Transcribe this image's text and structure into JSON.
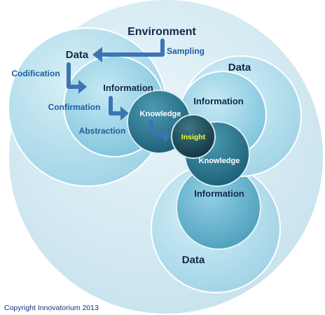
{
  "diagram": {
    "environment": "Environment",
    "process_labels": {
      "sampling": "Sampling",
      "codification": "Codification",
      "confirmation": "Confirmation",
      "abstraction": "Abstraction"
    },
    "left_cluster": {
      "data": "Data",
      "information": "Information",
      "knowledge": "Knowledge"
    },
    "center": {
      "insight": "Insight"
    },
    "upper_right_cluster": {
      "data": "Data",
      "information": "Information",
      "knowledge": "Knowledge"
    },
    "lower_cluster": {
      "information": "Information",
      "data": "Data"
    }
  },
  "footer": {
    "copyright": "Copyright Innovatorium 2013"
  },
  "colors": {
    "outer_circle": "#d6ebf3",
    "data_circle": "#c2e6f1",
    "information_circle": "#a6d9ea",
    "knowledge_circle": "#2f7d95",
    "insight_circle": "#1f4d5c",
    "arrow": "#3d74b4",
    "insight_text": "#f2ff2a"
  }
}
